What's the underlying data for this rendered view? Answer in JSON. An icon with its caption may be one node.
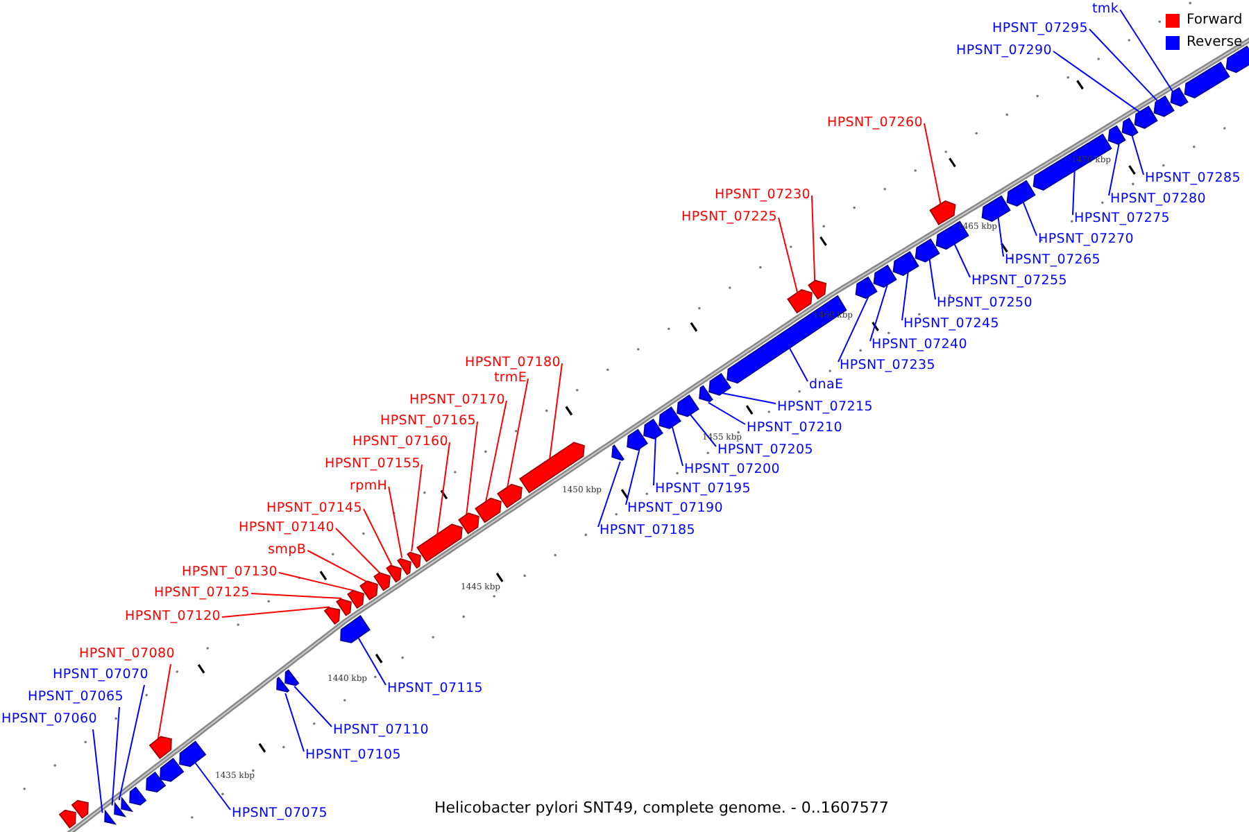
{
  "diagram": {
    "caption": "Helicobacter pylori SNT49, complete genome. - 0..1607577",
    "nodes": [
      {
        "text": [
          "HPSNT_07060"
        ]
      },
      {
        "text": [
          "HPSNT_07065"
        ]
      },
      {
        "text": [
          "HPSNT_07070"
        ]
      },
      {
        "text": [
          "HPSNT_07075"
        ]
      },
      {
        "text": [
          "HPSNT_07080"
        ]
      },
      {
        "text": [
          "HPSNT_07105"
        ]
      },
      {
        "text": [
          "HPSNT_07110"
        ]
      },
      {
        "text": [
          "HPSNT_07115"
        ]
      },
      {
        "text": [
          "HPSNT_07120"
        ]
      },
      {
        "text": [
          "HPSNT_07125"
        ]
      },
      {
        "text": [
          "HPSNT_07130"
        ]
      },
      {
        "text": [
          "smpB"
        ]
      },
      {
        "text": [
          "HPSNT_07140"
        ]
      },
      {
        "text": [
          "HPSNT_07145"
        ]
      },
      {
        "text": [
          "rpmH"
        ]
      },
      {
        "text": [
          "HPSNT_07155"
        ]
      },
      {
        "text": [
          "HPSNT_07160"
        ]
      },
      {
        "text": [
          "HPSNT_07165"
        ]
      },
      {
        "text": [
          "HPSNT_07170"
        ]
      },
      {
        "text": [
          "trmE"
        ]
      },
      {
        "text": [
          "HPSNT_07180"
        ]
      },
      {
        "text": [
          "HPSNT_07185"
        ]
      },
      {
        "text": [
          "HPSNT_07190"
        ]
      },
      {
        "text": [
          "HPSNT_07195"
        ]
      },
      {
        "text": [
          "HPSNT_07200"
        ]
      },
      {
        "text": [
          "HPSNT_07205"
        ]
      },
      {
        "text": [
          "HPSNT_07210"
        ]
      },
      {
        "text": [
          "HPSNT_07215"
        ]
      },
      {
        "text": [
          "dnaE"
        ]
      },
      {
        "text": [
          "HPSNT_07225"
        ]
      },
      {
        "text": [
          "HPSNT_07230"
        ]
      },
      {
        "text": [
          "HPSNT_07235"
        ]
      },
      {
        "text": [
          "HPSNT_07240"
        ]
      },
      {
        "text": [
          "HPSNT_07245"
        ]
      },
      {
        "text": [
          "HPSNT_07250"
        ]
      },
      {
        "text": [
          "HPSNT_07255"
        ]
      },
      {
        "text": [
          "HPSNT_07260"
        ]
      },
      {
        "text": [
          "HPSNT_07265"
        ]
      },
      {
        "text": [
          "HPSNT_07270"
        ]
      },
      {
        "text": [
          "HPSNT_07275"
        ]
      },
      {
        "text": [
          "HPSNT_07280"
        ]
      },
      {
        "text": [
          "HPSNT_07285"
        ]
      },
      {
        "text": [
          "HPSNT_07290"
        ]
      },
      {
        "text": [
          "HPSNT_07295"
        ]
      },
      {
        "text": [
          "tmk"
        ]
      },
      {
        "text": [],
        "shape": "box"
      },
      {
        "text": [],
        "shape": "box"
      },
      {
        "text": [],
        "shape": "box"
      },
      {
        "text": [],
        "shape": "box"
      },
      {
        "text": [],
        "shape": "box"
      },
      {
        "text": [],
        "shape": "box"
      },
      {
        "text": [],
        "shape": "box"
      },
      {
        "text": [],
        "shape": "box"
      },
      {
        "text": [],
        "shape": "box"
      },
      {
        "text": [],
        "shape": "box"
      },
      {
        "text": [],
        "shape": "box"
      },
      {
        "text": [],
        "shape": "box"
      },
      {
        "text": [],
        "shape": "box"
      },
      {
        "text": [],
        "shape": "box"
      },
      {
        "text": [],
        "shape": "box"
      },
      {
        "text": [],
        "shape": "box"
      },
      {
        "text": [],
        "shape": "box"
      },
      {
        "text": [],
        "shape": "box"
      },
      {
        "text": [],
        "shape": "box"
      },
      {
        "text": [],
        "shape": "box"
      },
      {
        "text": [],
        "shape": "box"
      },
      {
        "text": [],
        "shape": "box"
      },
      {
        "text": [],
        "shape": "box"
      },
      {
        "text": [],
        "shape": "box"
      },
      {
        "text": [],
        "shape": "box"
      },
      {
        "text": [],
        "shape": "box"
      },
      {
        "text": [],
        "shape": "box"
      },
      {
        "text": [],
        "shape": "box"
      },
      {
        "text": [],
        "shape": "box"
      },
      {
        "text": [],
        "shape": "box"
      },
      {
        "text": [],
        "shape": "box"
      },
      {
        "text": [],
        "shape": "box"
      },
      {
        "text": [],
        "shape": "box"
      },
      {
        "text": [],
        "shape": "box"
      },
      {
        "text": [],
        "shape": "box"
      },
      {
        "text": [],
        "shape": "box"
      },
      {
        "text": [],
        "shape": "box"
      },
      {
        "text": [],
        "shape": "box"
      },
      {
        "text": [],
        "shape": "box"
      },
      {
        "text": [],
        "shape": "box"
      },
      {
        "text": [],
        "shape": "box"
      },
      {
        "text": [],
        "shape": "box"
      },
      {
        "text": [],
        "shape": "box"
      },
      {
        "text": [],
        "shape": "box"
      },
      {
        "text": [],
        "shape": "box"
      }
    ],
    "edges": [
      {
        "from": 0,
        "to": 45,
        "arrow": "none"
      },
      {
        "from": 1,
        "to": 46,
        "arrow": "none"
      },
      {
        "from": 2,
        "to": 47,
        "arrow": "none"
      },
      {
        "from": 3,
        "to": 48,
        "arrow": "none"
      },
      {
        "from": 4,
        "to": 49,
        "arrow": "none",
        "color": "#ff0000"
      },
      {
        "from": 5,
        "to": 50,
        "arrow": "none"
      },
      {
        "from": 6,
        "to": 51,
        "arrow": "none"
      },
      {
        "from": 7,
        "to": 52,
        "arrow": "none"
      },
      {
        "from": 8,
        "to": 53,
        "arrow": "none",
        "color": "#ff0000"
      },
      {
        "from": 9,
        "to": 54,
        "arrow": "none",
        "color": "#ff0000"
      },
      {
        "from": 10,
        "to": 55,
        "arrow": "none",
        "color": "#ff0000"
      },
      {
        "from": 11,
        "to": 56,
        "arrow": "none",
        "color": "#ff0000"
      },
      {
        "from": 12,
        "to": 57,
        "arrow": "none",
        "color": "#ff0000"
      },
      {
        "from": 13,
        "to": 58,
        "arrow": "none",
        "color": "#ff0000"
      },
      {
        "from": 14,
        "to": 59,
        "arrow": "none",
        "color": "#ff0000"
      },
      {
        "from": 15,
        "to": 60,
        "arrow": "none",
        "color": "#ff0000"
      },
      {
        "from": 16,
        "to": 61,
        "arrow": "none",
        "color": "#ff0000"
      },
      {
        "from": 17,
        "to": 62,
        "arrow": "none",
        "color": "#ff0000"
      },
      {
        "from": 18,
        "to": 63,
        "arrow": "none",
        "color": "#ff0000"
      },
      {
        "from": 19,
        "to": 64,
        "arrow": "none",
        "color": "#ff0000"
      },
      {
        "from": 20,
        "to": 65,
        "arrow": "none",
        "color": "#ff0000"
      },
      {
        "from": 21,
        "to": 66,
        "arrow": "none"
      },
      {
        "from": 22,
        "to": 67,
        "arrow": "none"
      },
      {
        "from": 23,
        "to": 68,
        "arrow": "none"
      },
      {
        "from": 24,
        "to": 69,
        "arrow": "none"
      },
      {
        "from": 25,
        "to": 70,
        "arrow": "none"
      },
      {
        "from": 26,
        "to": 71,
        "arrow": "none"
      },
      {
        "from": 27,
        "to": 72,
        "arrow": "none"
      },
      {
        "from": 28,
        "to": 73,
        "arrow": "none"
      },
      {
        "from": 29,
        "to": 74,
        "arrow": "none",
        "color": "#ff0000"
      },
      {
        "from": 30,
        "to": 75,
        "arrow": "none",
        "color": "#ff0000"
      },
      {
        "from": 31,
        "to": 76,
        "arrow": "none"
      },
      {
        "from": 32,
        "to": 77,
        "arrow": "none"
      },
      {
        "from": 33,
        "to": 78,
        "arrow": "none"
      },
      {
        "from": 34,
        "to": 79,
        "arrow": "none"
      },
      {
        "from": 35,
        "to": 80,
        "arrow": "none"
      },
      {
        "from": 36,
        "to": 81,
        "arrow": "none",
        "color": "#ff0000"
      },
      {
        "from": 37,
        "to": 82,
        "arrow": "none"
      },
      {
        "from": 38,
        "to": 83,
        "arrow": "none"
      },
      {
        "from": 39,
        "to": 84,
        "arrow": "none"
      },
      {
        "from": 40,
        "to": 85,
        "arrow": "none"
      },
      {
        "from": 41,
        "to": 86,
        "arrow": "none"
      },
      {
        "from": 42,
        "to": 87,
        "arrow": "none"
      },
      {
        "from": 43,
        "to": 88,
        "arrow": "none"
      },
      {
        "from": 44,
        "to": 89,
        "arrow": "none"
      }
    ],
    "labels": [
      "1470 kbp",
      "1465 kbp",
      "1460 kbp",
      "1455 kbp",
      "1450 kbp",
      "1445 kbp",
      "1440 kbp",
      "1435 kbp"
    ],
    "legend": [
      {
        "text": "Forward",
        "color": "#ff0000"
      },
      {
        "text": "Reverse",
        "color": "#0000ff"
      }
    ]
  }
}
